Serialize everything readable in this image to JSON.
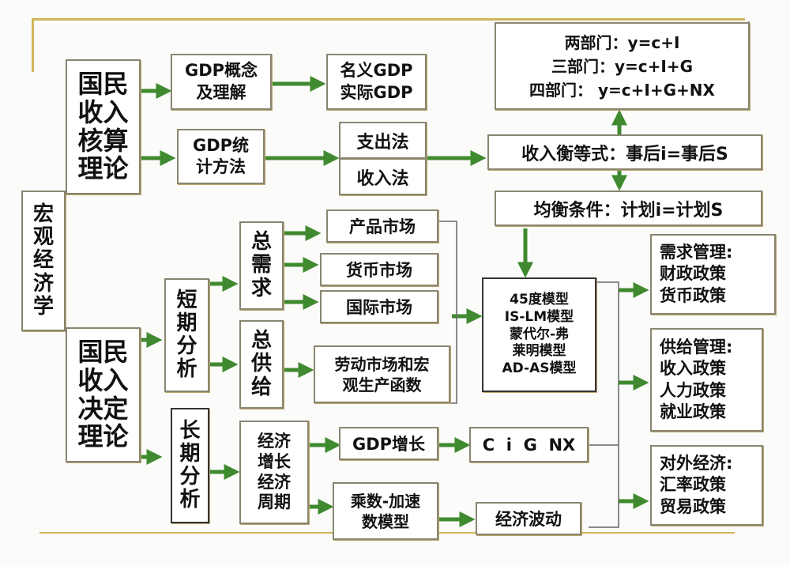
{
  "root": {
    "label": [
      "宏",
      "观",
      "经",
      "济",
      "学"
    ]
  },
  "accounting": {
    "title": [
      "国民",
      "收入",
      "核算",
      "理论"
    ],
    "gdp_concept": "GDP概念\n及理解",
    "nominal_real": "名义GDP\n实际GDP",
    "gdp_stats": "GDP统\n计方法",
    "expenditure": "支出法",
    "income": "收入法",
    "sectors": [
      "两部门：y=c+I",
      "三部门：y=c+I+G",
      "四部门：  y=c+I+G+NX"
    ],
    "identity": "收入衡等式：事后i=事后S",
    "equilibrium": "均衡条件：计划i=计划S"
  },
  "determination": {
    "title": [
      "国民",
      "收入",
      "决定",
      "理论"
    ],
    "short_run": [
      "短",
      "期",
      "分",
      "析"
    ],
    "long_run": [
      "长",
      "期",
      "分",
      "析"
    ],
    "aggregate_demand": [
      "总",
      "需",
      "求"
    ],
    "aggregate_supply": [
      "总",
      "供",
      "给"
    ],
    "product_market": "产品市场",
    "money_market": "货币市场",
    "international_market": "国际市场",
    "labor_market": "劳动市场和宏\n观生产函数",
    "models": "45度模型\nIS-LM模型\n蒙代尔-弗\n莱明模型\nAD-AS模型",
    "growth_cycle": "经济\n增长\n经济\n周期",
    "gdp_growth": "GDP增长",
    "components": "C  i  G  NX",
    "multiplier": "乘数-加速\n数模型",
    "fluctuation": "经济波动",
    "demand_mgmt": "需求管理:\n财政政策\n货币政策",
    "supply_mgmt": "供给管理:\n收入政策\n人力政策\n就业政策",
    "external": "对外经济:\n汇率政策\n贸易政策"
  },
  "colors": {
    "arrow": "#3f8a2e",
    "frame": "#d2b55a",
    "border": "#8a8570",
    "connector": "#666666"
  }
}
